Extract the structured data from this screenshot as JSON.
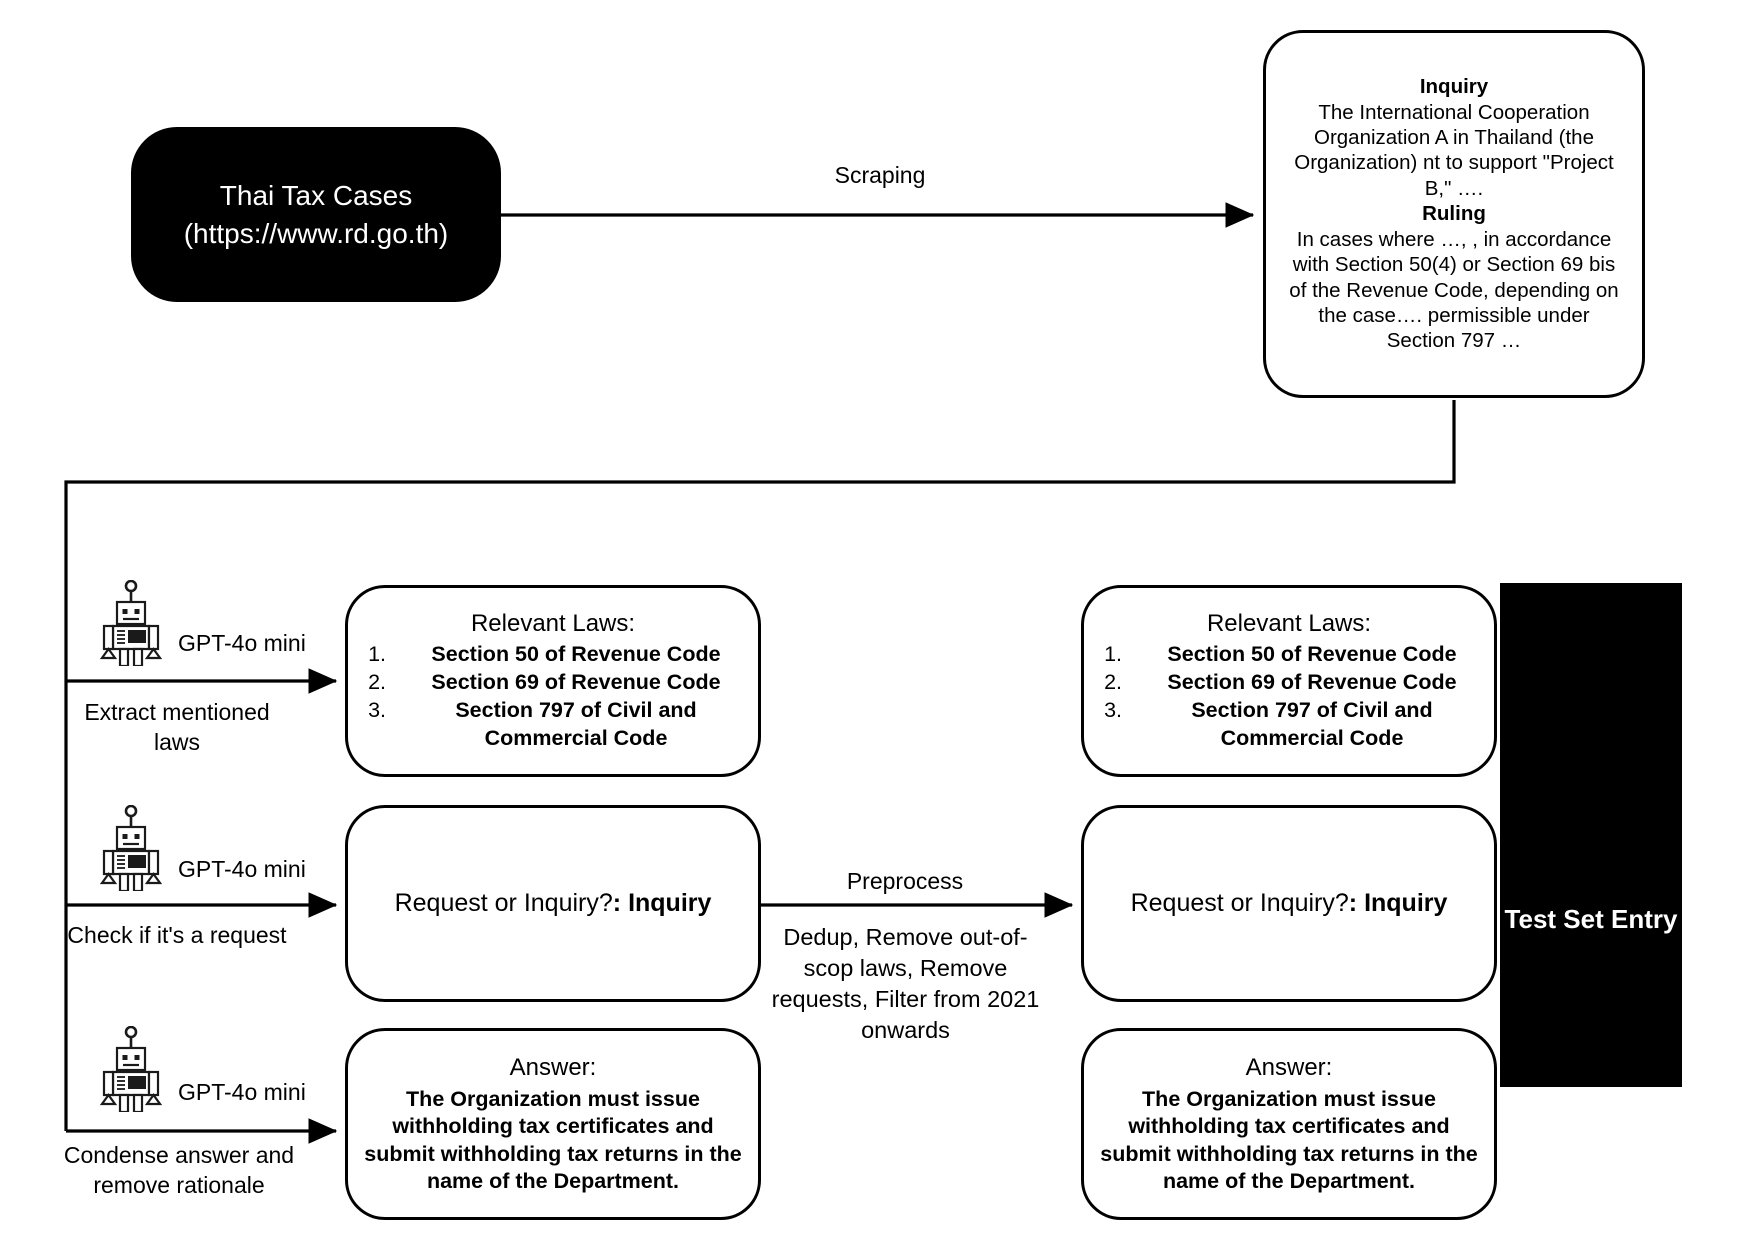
{
  "source": {
    "title": "Thai Tax Cases",
    "url": "(https://www.rd.go.th)"
  },
  "edges": {
    "scraping": "Scraping",
    "preprocess": "Preprocess",
    "preprocess_desc": "Dedup, Remove out-of-scop laws, Remove requests, Filter from 2021 onwards"
  },
  "document_card": {
    "inquiry_heading": "Inquiry",
    "inquiry_text": "The International Cooperation Organization A in Thailand (the Organization) nt to support \"Project B,\" ….",
    "ruling_heading": "Ruling",
    "ruling_text": "In cases where …, , in accordance with Section 50(4) or Section 69 bis of the Revenue Code, depending on the case…. permissible under Section 797 …"
  },
  "pipeline": {
    "rows": [
      {
        "model": "GPT-4o mini",
        "task": "Extract mentioned laws",
        "icon": "robot-icon"
      },
      {
        "model": "GPT-4o mini",
        "task": "Check if it's a request",
        "icon": "robot-icon"
      },
      {
        "model": "GPT-4o mini",
        "task": "Condense answer and remove rationale",
        "icon": "robot-icon"
      }
    ]
  },
  "laws_card": {
    "title": "Relevant Laws:",
    "items": [
      {
        "num": "1.",
        "text": "Section 50 of Revenue Code"
      },
      {
        "num": "2.",
        "text": "Section 69 of Revenue Code"
      },
      {
        "num": "3.",
        "text": "Section 797 of Civil and Commercial Code"
      }
    ]
  },
  "classification_card": {
    "question": "Request or Inquiry?",
    "separator": ": ",
    "answer": "Inquiry"
  },
  "answer_card": {
    "title": "Answer:",
    "text": "The Organization must issue withholding tax certificates and submit withholding tax returns in the name of the Department."
  },
  "test_set": {
    "label": "Test Set Entry"
  },
  "colors": {
    "ink": "#000000",
    "paper": "#ffffff"
  }
}
